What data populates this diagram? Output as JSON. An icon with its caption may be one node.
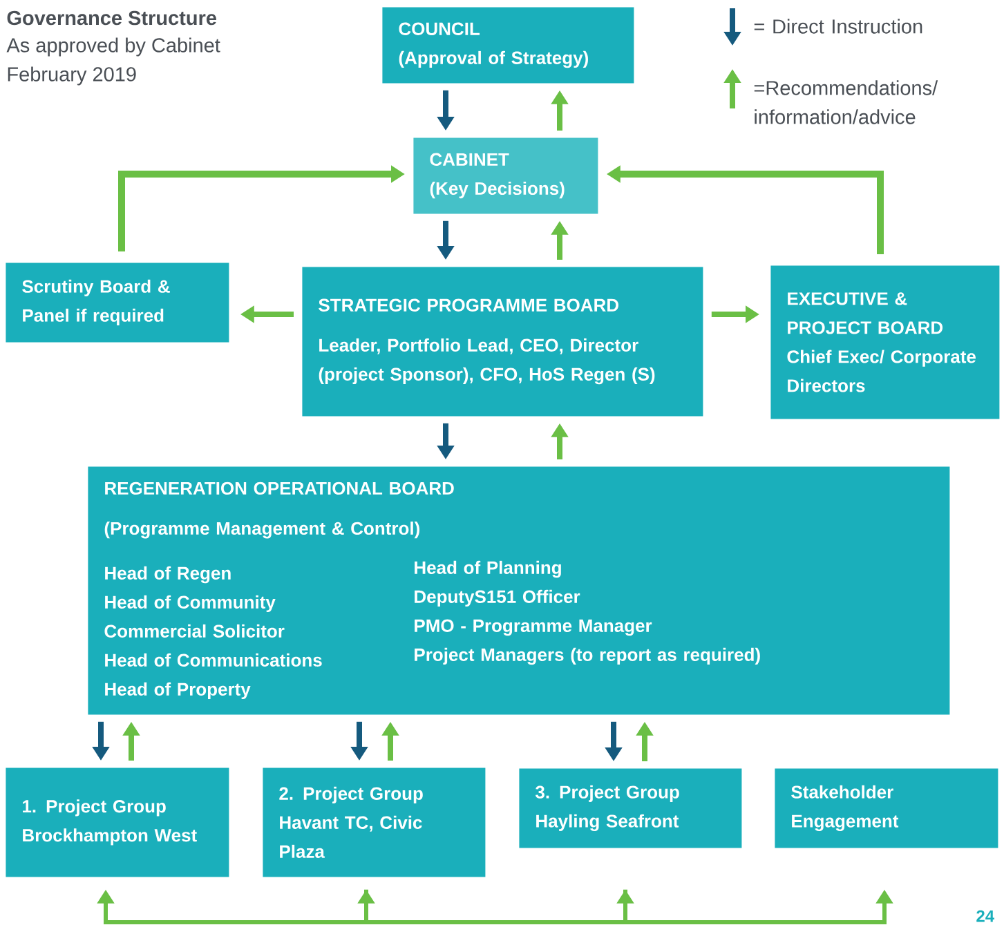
{
  "diagram": {
    "title": "Governance Structure",
    "nodes": [
      {
        "text": [
          "COUNCIL",
          "(Approval of Strategy)"
        ]
      },
      {
        "text": [
          "CABINET",
          "(Key Decisions)"
        ]
      },
      {
        "text": [
          "Scrutiny Board & Panel if required"
        ]
      },
      {
        "text": [
          "STRATEGIC PROGRAMME BOARD",
          "Leader, Portfolio Lead, CEO, Director (project Sponsor), CFO, HoS Regen (S)"
        ]
      },
      {
        "text": [
          "EXECUTIVE & PROJECT BOARD",
          "Chief Exec/ Corporate Directors"
        ]
      },
      {
        "text": [
          "REGENERATION OPERATIONAL BOARD",
          "(Programme Management & Control)",
          "Head of Regen",
          "Head of Community",
          "Commercial Solicitor",
          "Head of Communications",
          "Head of Property",
          "Head of Planning",
          "DeputyS151 Officer",
          "PMO - Programme Manager",
          "Project Managers (to report as required)"
        ]
      },
      {
        "text": [
          "1. Project Group Brockhampton West"
        ]
      },
      {
        "text": [
          "2. Project Group Havant TC, Civic Plaza"
        ]
      },
      {
        "text": [
          "3. Project Group Hayling Seafront"
        ]
      },
      {
        "text": [
          "Stakeholder Engagement"
        ]
      }
    ],
    "edges": [
      {
        "from": 0,
        "to": 1,
        "arrow": "to",
        "color": "#155a7e"
      },
      {
        "from": 1,
        "to": 0,
        "arrow": "to"
      },
      {
        "from": 4,
        "to": 1,
        "arrow": "to"
      },
      {
        "from": 2,
        "to": 1,
        "arrow": "to"
      },
      {
        "from": 1,
        "to": 3,
        "arrow": "to",
        "color": "#155a7e"
      },
      {
        "from": 3,
        "to": 1,
        "arrow": "to"
      },
      {
        "from": 3,
        "to": 2,
        "arrow": "to"
      },
      {
        "from": 3,
        "to": 4,
        "arrow": "to"
      },
      {
        "from": 3,
        "to": 5,
        "arrow": "to",
        "color": "#155a7e"
      },
      {
        "from": 5,
        "to": 3,
        "arrow": "to"
      },
      {
        "from": 5,
        "to": 6,
        "arrow": "to",
        "color": "#155a7e"
      },
      {
        "from": 6,
        "to": 5,
        "arrow": "to"
      },
      {
        "from": 5,
        "to": 7,
        "arrow": "to",
        "color": "#155a7e"
      },
      {
        "from": 7,
        "to": 5,
        "arrow": "to"
      },
      {
        "from": 5,
        "to": 8,
        "arrow": "to",
        "color": "#155a7e"
      },
      {
        "from": 8,
        "to": 5,
        "arrow": "to"
      },
      {
        "from": 6,
        "to": 7,
        "arrow": "both"
      },
      {
        "from": 7,
        "to": 8,
        "arrow": "to"
      },
      {
        "from": 8,
        "to": 9,
        "arrow": "to"
      }
    ],
    "labels": [
      "As approved by Cabinet",
      "February 2019",
      "24"
    ],
    "legend": [
      {
        "text": "= Direct Instruction"
      },
      {
        "text": "=Recommendations/ information/advice"
      }
    ]
  }
}
